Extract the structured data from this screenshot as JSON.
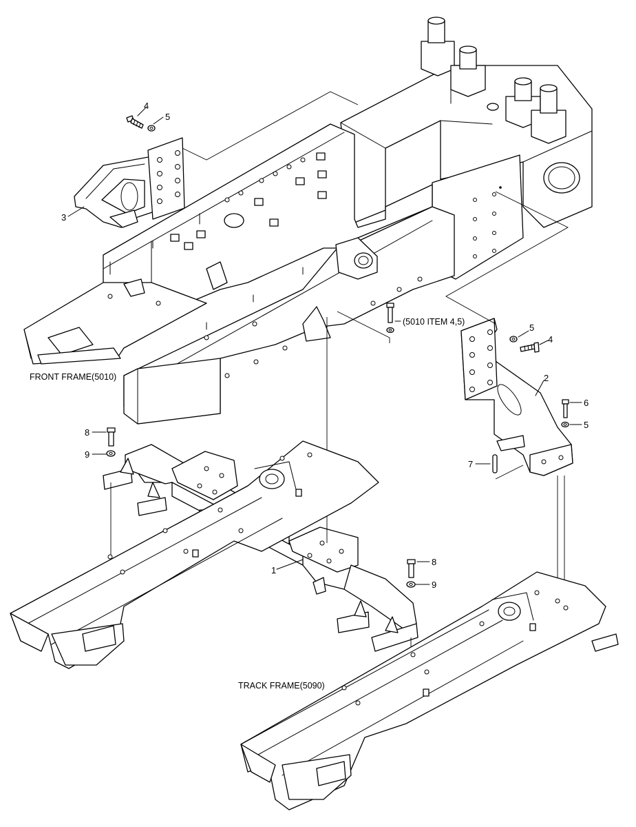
{
  "figure": {
    "labels": {
      "front_frame": "FRONT FRAME(5010)",
      "track_frame": "TRACK FRAME(5090)",
      "ref_5010": "(5010 ITEM 4,5)"
    },
    "callouts": [
      {
        "id": "c1",
        "text": "1"
      },
      {
        "id": "c2",
        "text": "2"
      },
      {
        "id": "c3",
        "text": "3"
      },
      {
        "id": "c4a",
        "text": "4"
      },
      {
        "id": "c5a",
        "text": "5"
      },
      {
        "id": "c4b",
        "text": "4"
      },
      {
        "id": "c5b",
        "text": "5"
      },
      {
        "id": "c6",
        "text": "6"
      },
      {
        "id": "c5c",
        "text": "5"
      },
      {
        "id": "c7",
        "text": "7"
      },
      {
        "id": "c8a",
        "text": "8"
      },
      {
        "id": "c9a",
        "text": "9"
      },
      {
        "id": "c8b",
        "text": "8"
      },
      {
        "id": "c9b",
        "text": "9"
      }
    ]
  }
}
